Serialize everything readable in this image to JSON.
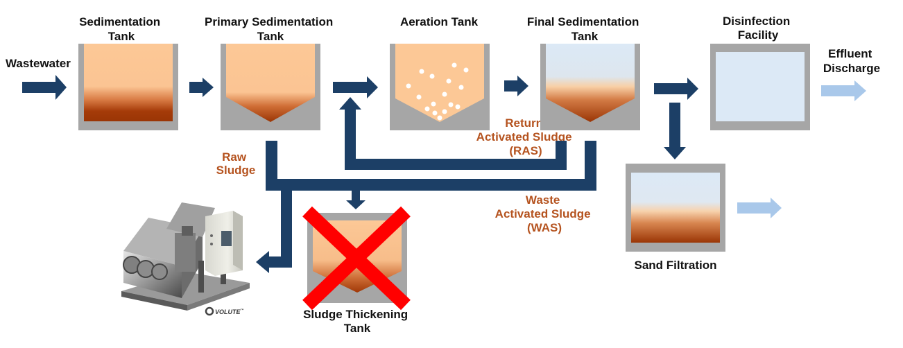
{
  "stages": {
    "sedimentation_tank": [
      "Sedimentation",
      "Tank"
    ],
    "primary_sedimentation_tank": [
      "Primary Sedimentation",
      "Tank"
    ],
    "aeration_tank": [
      "Aeration Tank"
    ],
    "final_sedimentation_tank": [
      "Final Sedimentation",
      "Tank"
    ],
    "disinfection_facility": [
      "Disinfection",
      "Facility"
    ],
    "sand_filtration": [
      "Sand Filtration"
    ],
    "sludge_thickening_tank": [
      "Sludge Thickening",
      "Tank"
    ]
  },
  "flows": {
    "wastewater": [
      "Wastewater"
    ],
    "effluent_discharge": [
      "Effluent",
      "Discharge"
    ],
    "raw_sludge": [
      "Raw",
      "Sludge"
    ],
    "return_activated_sludge": [
      "Return",
      "Activated Sludge",
      "(RAS)"
    ],
    "waste_activated_sludge": [
      "Waste",
      "Activated Sludge",
      "(WAS)"
    ]
  },
  "machine": {
    "brand": "VOLUTE",
    "trademark": "™"
  },
  "colors": {
    "pipe": "#1c3f66",
    "light_arrow": "#a9c8ea",
    "tank_wall": "#a6a6a6",
    "sludge_light": "#fcc896",
    "sludge_dark": "#a33a08",
    "water": "#dce9f6",
    "red_x": "#ff0000",
    "sludge_text": "#b5531f"
  }
}
